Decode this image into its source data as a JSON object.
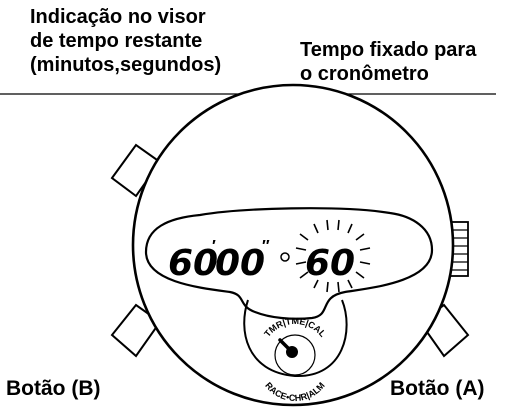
{
  "labels": {
    "remaining_time": [
      "Indicação no visor",
      "de tempo restante",
      "(minutos,segundos)"
    ],
    "timer_set": [
      "Tempo fixado para",
      "o cronômetro"
    ],
    "button_b": "Botão (B)",
    "button_a": "Botão (A)"
  },
  "display": {
    "minutes": "60",
    "seconds": "00",
    "timer_value": "60"
  },
  "mode_dial": {
    "top_arc": "TMR|TME|CAL",
    "bottom_arc": "RACE•CHR|ALM"
  },
  "colors": {
    "ink": "#000000",
    "paper": "#ffffff"
  }
}
